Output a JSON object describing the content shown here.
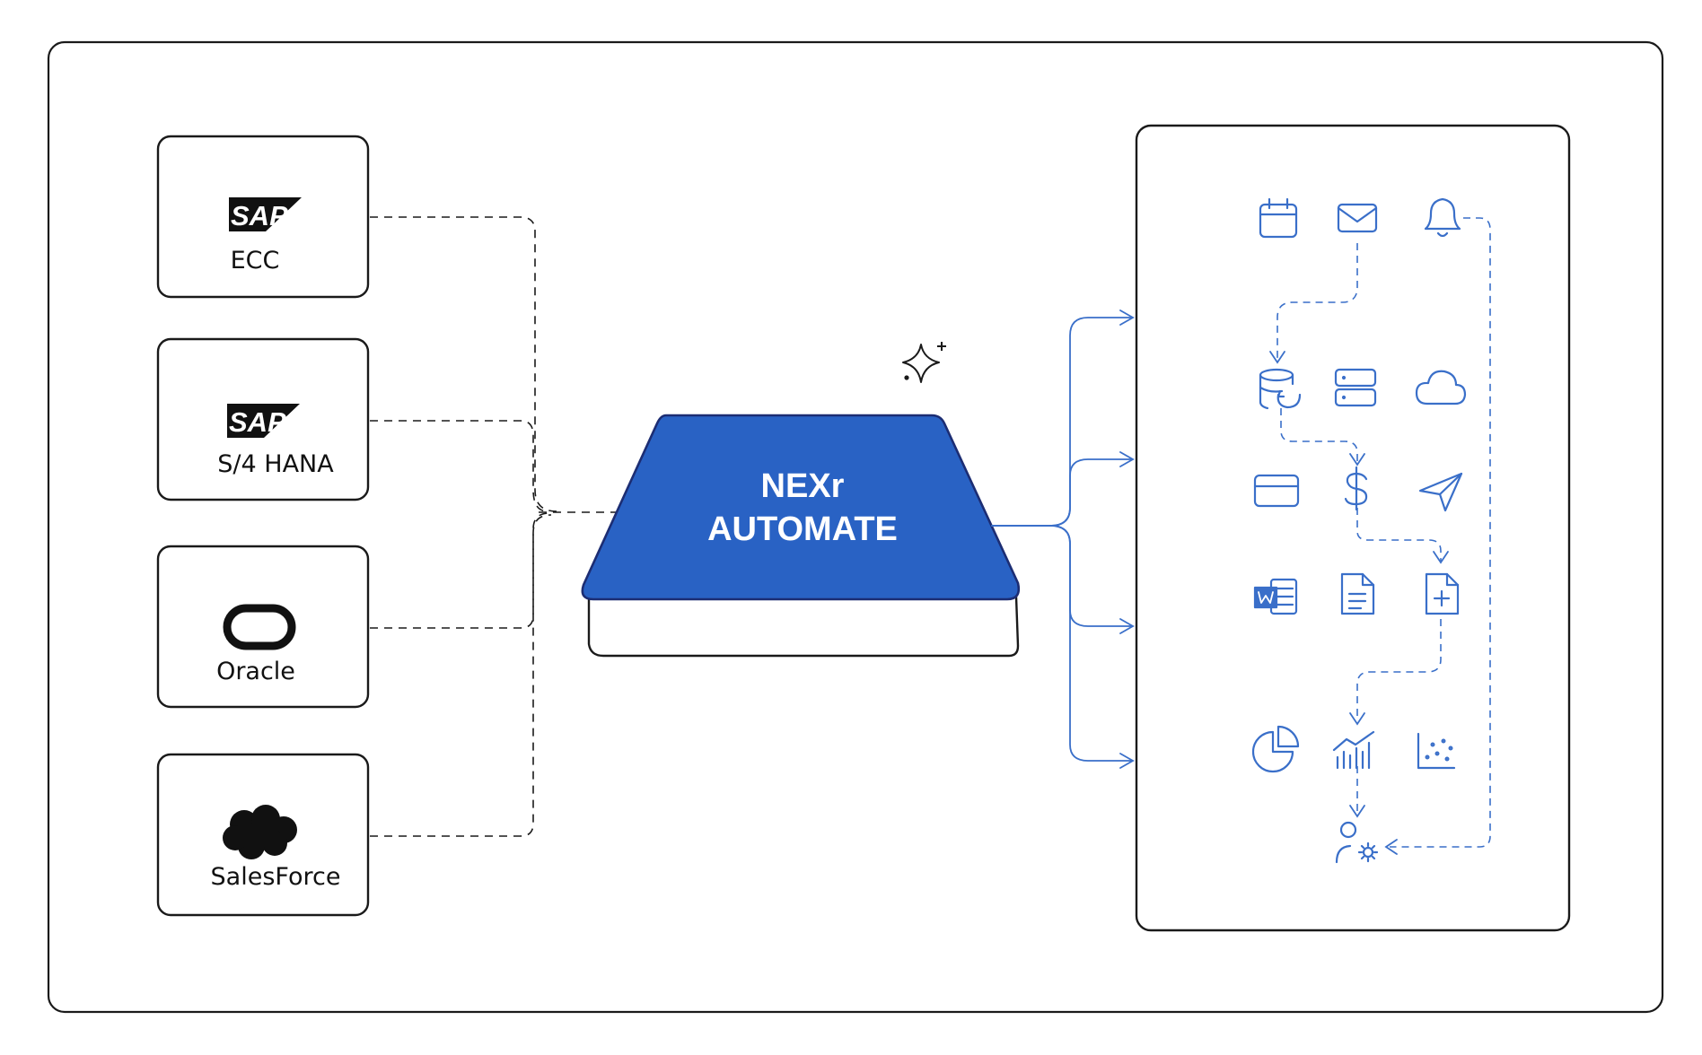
{
  "sources": [
    {
      "id": "sap-ecc",
      "logo": "sap-logo-icon",
      "logo_text": "SAP",
      "label": "ECC"
    },
    {
      "id": "sap-s4hana",
      "logo": "sap-logo-icon",
      "logo_text": "SAP",
      "label": "S/4 HANA"
    },
    {
      "id": "oracle",
      "logo": "oracle-logo-icon",
      "label": "Oracle"
    },
    {
      "id": "salesforce",
      "logo": "salesforce-cloud-icon",
      "label": "SalesForce"
    }
  ],
  "hub": {
    "line1": "NEXr",
    "line2": "AUTOMATE",
    "decoration": "sparkle-icon"
  },
  "capabilities": [
    [
      "calendar-icon",
      "mail-icon",
      "bell-icon"
    ],
    [
      "database-sync-icon",
      "server-icon",
      "cloud-icon"
    ],
    [
      "credit-card-icon",
      "dollar-icon",
      "send-icon"
    ],
    [
      "word-document-icon",
      "document-icon",
      "add-document-icon"
    ],
    [
      "pie-chart-icon",
      "bar-trend-chart-icon",
      "scatter-chart-icon"
    ],
    [
      "user-settings-icon"
    ]
  ],
  "colors": {
    "hub_fill": "#2962c4",
    "hub_stroke": "#1c2d73",
    "accent": "#3a6fc9",
    "ink": "#111111"
  }
}
